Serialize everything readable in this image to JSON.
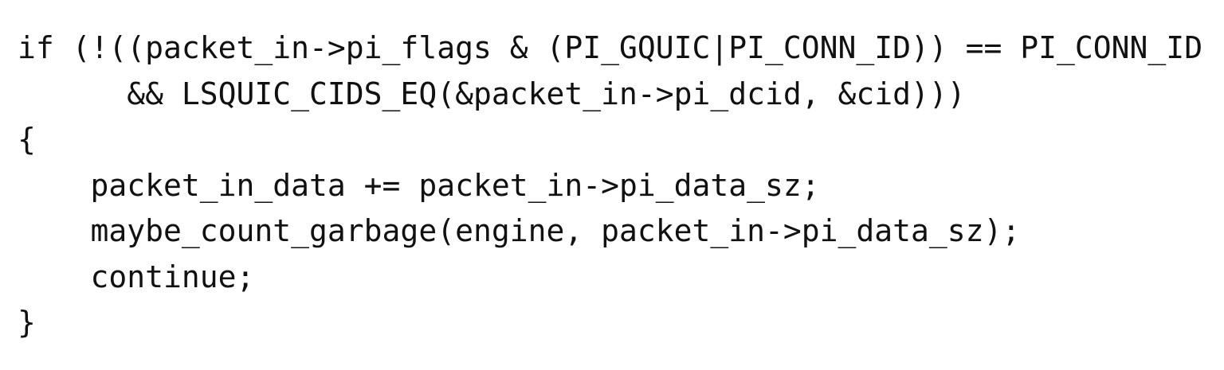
{
  "code": {
    "lines": [
      "if (!((packet_in->pi_flags & (PI_GQUIC|PI_CONN_ID)) == PI_CONN_ID",
      "      && LSQUIC_CIDS_EQ(&packet_in->pi_dcid, &cid)))",
      "{",
      "    packet_in_data += packet_in->pi_data_sz;",
      "    maybe_count_garbage(engine, packet_in->pi_data_sz);",
      "    continue;",
      "}"
    ]
  }
}
